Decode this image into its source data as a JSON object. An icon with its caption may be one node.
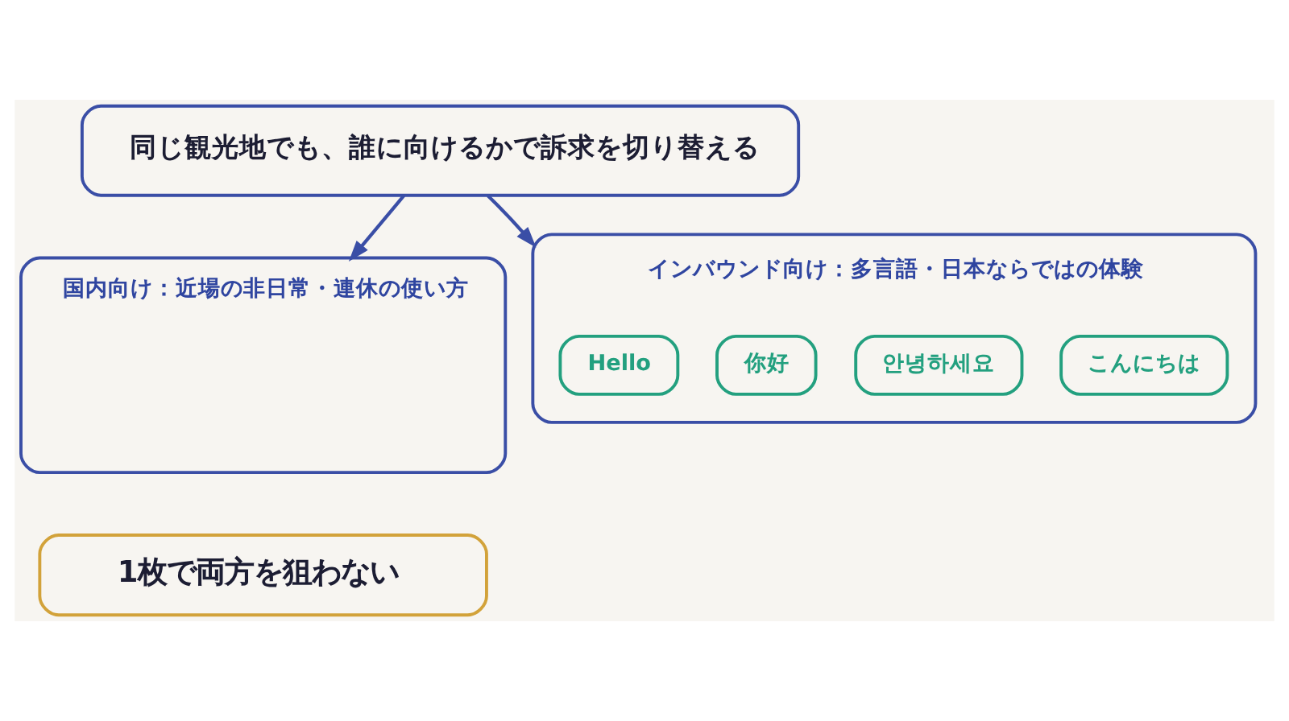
{
  "diagram": {
    "nodes": [
      {
        "text": [
          "同じ観光地でも、誰に向けるかで訴求を切り替える"
        ]
      },
      {
        "text": [
          "国内向け：近場の非日常・連休の使い方"
        ]
      },
      {
        "text": [
          "インバウンド向け：多言語・日本ならではの体験"
        ]
      },
      {
        "text": [
          "Hello"
        ],
        "in": 2
      },
      {
        "text": [
          "你好"
        ],
        "in": 2
      },
      {
        "text": [
          "안녕하세요"
        ],
        "in": 2
      },
      {
        "text": [
          "こんにちは"
        ],
        "in": 2
      },
      {
        "text": [
          "1枚で両方を狙わない"
        ]
      }
    ],
    "edges": [
      {
        "from": 0,
        "to": 1,
        "arrow": "to"
      },
      {
        "from": 0,
        "to": 2,
        "arrow": "to"
      }
    ]
  }
}
